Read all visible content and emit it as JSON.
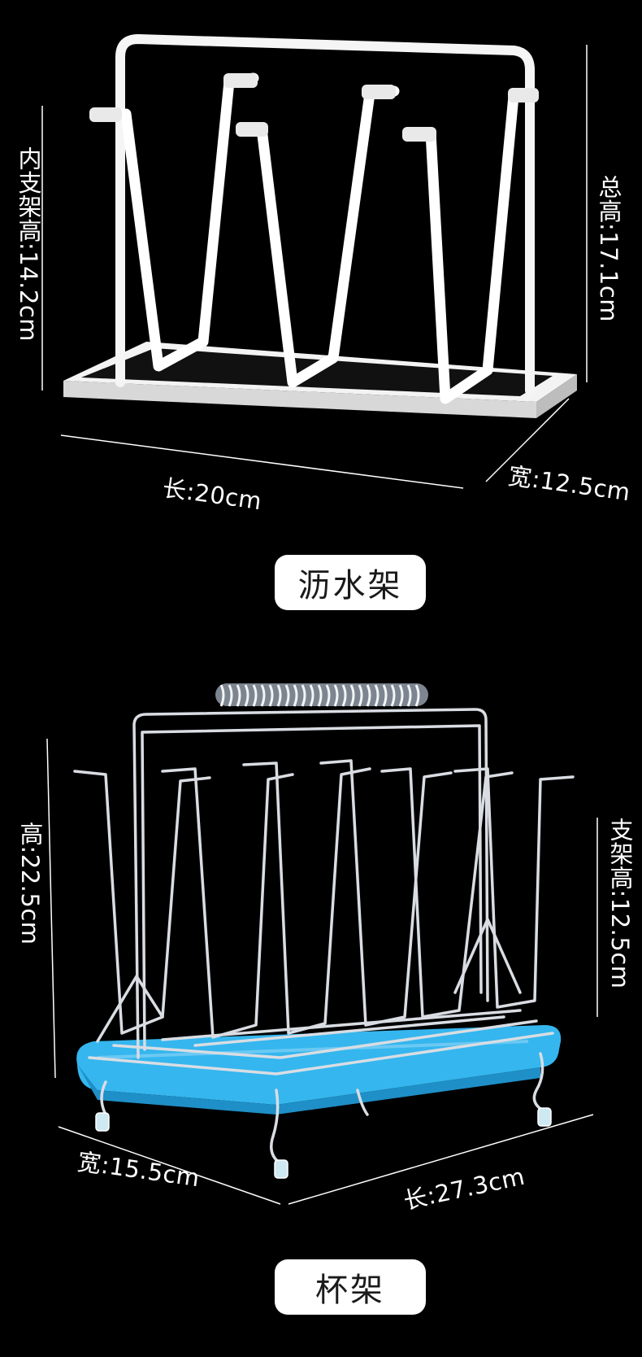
{
  "top_product": {
    "name": "沥水架",
    "dimensions": {
      "inner_height": "内支架高:14.2cm",
      "total_height": "总高:17.1cm",
      "length": "长:20cm",
      "width": "宽:12.5cm"
    },
    "colors": {
      "rack": "#ffffff",
      "rack_shadow": "#bdbdbd"
    }
  },
  "bottom_product": {
    "name": "杯架",
    "dimensions": {
      "height": "高:22.5cm",
      "stand_height": "支架高:12.5cm",
      "width": "宽:15.5cm",
      "length": "长:27.3cm"
    },
    "colors": {
      "wire": "#d9dde3",
      "tray": "#35b6ee",
      "tray_dark": "#1f8fc7"
    }
  },
  "colors": {
    "background": "#000000",
    "label_text": "#ffffff",
    "pill_bg": "#ffffff",
    "pill_text": "#1a1a1a"
  }
}
